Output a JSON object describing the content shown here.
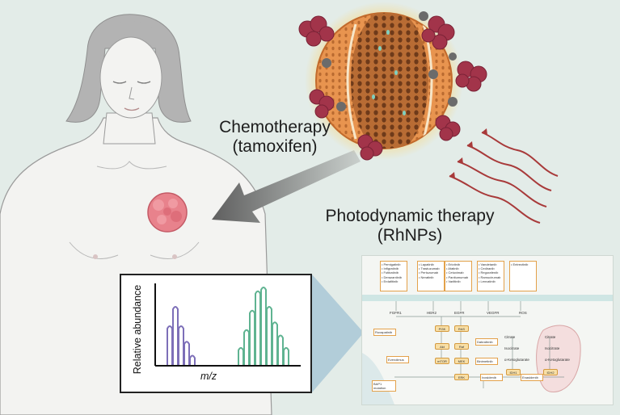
{
  "labels": {
    "chemotherapy_line1": "Chemotherapy",
    "chemotherapy_line2": "(tamoxifen)",
    "pdt_line1": "Photodynamic therapy",
    "pdt_line2": "(RhNPs)"
  },
  "mass_spec": {
    "y_axis_label": "Relative abundance",
    "x_axis_label": "m/z",
    "purple_peaks": [
      0.5,
      0.75,
      0.5,
      0.3,
      0.12
    ],
    "green_peaks": [
      0.22,
      0.45,
      0.7,
      0.95,
      1.0,
      0.75,
      0.55,
      0.38,
      0.22
    ],
    "colors": {
      "purple": "#7d6fb8",
      "green": "#5fb391"
    }
  },
  "pathway": {
    "receptors": [
      {
        "name": "FGFR1",
        "drugs": [
          "Pemigatinib",
          "Infigratinib",
          "Futibatinib",
          "Derazantinib",
          "Erdafitinib"
        ]
      },
      {
        "name": "HER2",
        "drugs": [
          "Lapatinib",
          "Trastuzumab",
          "Pertuzumab",
          "Neratinib"
        ]
      },
      {
        "name": "EGFR",
        "drugs": [
          "Erlotinib",
          "Afatinib",
          "Cetuximab",
          "Panitumumab",
          "Varlitinib"
        ]
      },
      {
        "name": "VEGFR",
        "drugs": [
          "Vandetanib",
          "Cediranib",
          "Regorafenib",
          "Ramucirumab",
          "Lenvatinib"
        ]
      },
      {
        "name": "ROS",
        "drugs": [
          "Entrectinib"
        ]
      }
    ],
    "nodes": [
      "PI3K",
      "RAS",
      "Akt",
      "Raf",
      "mTOR",
      "MEK",
      "ERK",
      "IDH1",
      "IDH2"
    ],
    "side_boxes": [
      "Ruxapatinib",
      "Everolimus",
      "Dabrafenib",
      "Binimetinib",
      "Ivosidenib",
      "Enasidenib"
    ],
    "metabolites": [
      "Citrate",
      "Isocitrate",
      "α-Ketoglutarate"
    ],
    "bottom_box": "BAP1 mutation"
  },
  "colors": {
    "background": "#e3ece8",
    "skin": "#f3f3f1",
    "hair": "#b3b3b3",
    "tumor": "#e8828c",
    "nanoparticle": "#e8944f",
    "cluster": "#a2344a",
    "light_ray": "#a83a3a",
    "arrow": "#5f5f5f"
  }
}
